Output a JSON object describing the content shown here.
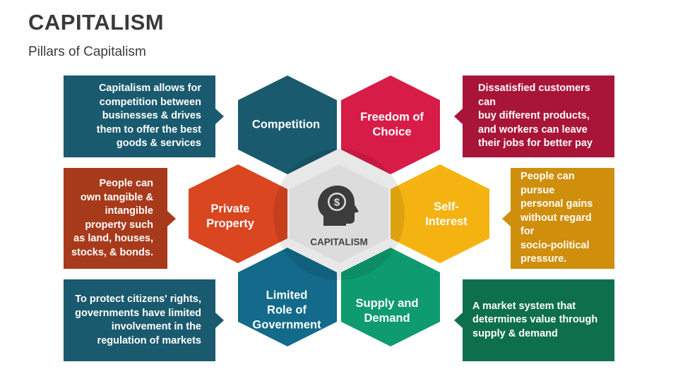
{
  "title": "CAPITALISM",
  "subtitle": "Pillars of Capitalism",
  "center": {
    "label": "CAPITALISM",
    "icon": "head-dollar-icon",
    "color": "#dcdcdc"
  },
  "pillars": {
    "competition": {
      "label": "Competition",
      "color": "#1a5a6e",
      "description": "Capitalism allows for\ncompetition between\nbusinesses & drives\nthem to offer the best\ngoods & services"
    },
    "freedom": {
      "label": "Freedom of\nChoice",
      "color": "#d81c48",
      "box_color": "#a81538",
      "description": "Dissatisfied customers can\nbuy different products,\nand workers can leave\ntheir jobs for better pay"
    },
    "property": {
      "label": "Private\nProperty",
      "color": "#d9461f",
      "box_color": "#a83a1c",
      "description": "People can\nown tangible &\nintangible\nproperty such\nas land, houses,\nstocks, & bonds."
    },
    "self_interest": {
      "label": "Self-\nInterest",
      "color": "#f5b312",
      "box_color": "#cf8e0b",
      "description": "People can pursue\npersonal gains\nwithout regard for\nsocio-political\npressure."
    },
    "government": {
      "label": "Limited\nRole of\nGovernment",
      "color": "#136a8a",
      "box_color": "#1a5a6e",
      "description": "To protect citizens' rights,\ngovernments have limited\ninvolvement in the\nregulation of markets"
    },
    "supply": {
      "label": "Supply and\nDemand",
      "color": "#0e9b6f",
      "box_color": "#0e6f4c",
      "description": "A market system that\ndetermines value through\nsupply & demand"
    }
  }
}
